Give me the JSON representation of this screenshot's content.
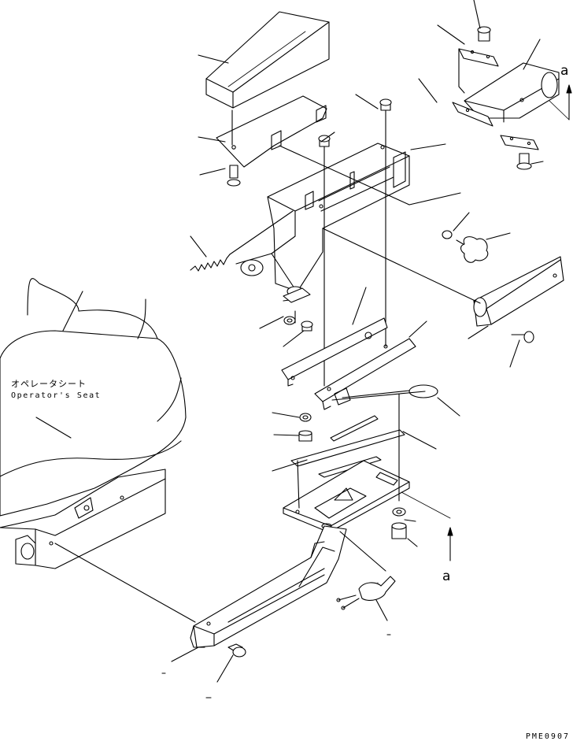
{
  "drawing": {
    "seat_label_jp": "オペレータシート",
    "seat_label_en": "Operator's Seat",
    "ref_mark_top": "a",
    "ref_mark_bottom": "a",
    "drawing_code": "PME0907"
  },
  "colors": {
    "line": "#000000",
    "background": "#ffffff"
  },
  "icons": [
    "arrow-up-icon",
    "bolt-icon",
    "knob-icon",
    "spring-icon",
    "nut-icon",
    "washer-icon"
  ]
}
